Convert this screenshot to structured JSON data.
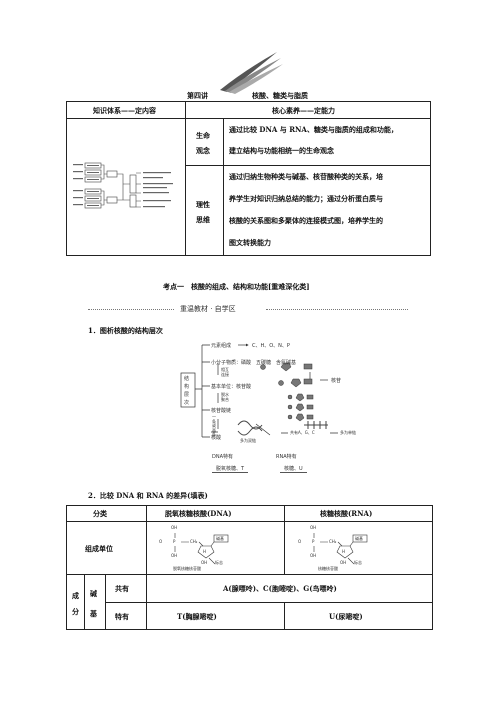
{
  "header": {
    "lecture_title": "第四讲",
    "lecture_subtitle": "核酸、糖类与脂质"
  },
  "overview_table": {
    "col1_header": "知识体系——定内容",
    "col2_header": "核心素养——定能力",
    "rows": [
      {
        "label_line1": "生命",
        "label_line2": "观念",
        "text_line1": "通过比较 DNA 与 RNA、糖类与脂质的组成和功能，",
        "text_line2": "建立结构与功能相统一的生命观念"
      },
      {
        "label_line1": "理性",
        "label_line2": "思维",
        "text_line1": "通过归纳生物种类与碱基、核苷酸种类的关系，培",
        "text_line2": "养学生对知识归纳总结的能力；通过分析蛋白质与",
        "text_line3": "核酸的关系图和多聚体的连接模式图，培养学生的",
        "text_line4": "图文转换能力"
      }
    ],
    "mindmap": {
      "left_items": [
        "糖类",
        "组成元素",
        "种类",
        "功能",
        "核酸",
        "脂质"
      ],
      "center_items": [
        "糖类",
        "核酸",
        "脂质"
      ],
      "right_items": [
        "元素组成",
        "C、H、O",
        "单糖、二糖、多糖",
        "主要能源物质",
        "核苷酸",
        "遗传信息",
        "储能物质"
      ]
    }
  },
  "kaodian": {
    "title": "考点一　核酸的组成、结构和功能[重难深化类]"
  },
  "banner": {
    "text": "重温教材 · 自学区"
  },
  "section1": {
    "title": "1．图析核酸的结构层次",
    "diagram": {
      "side_label": [
        "结",
        "构",
        "层",
        "次"
      ],
      "yuansu": "元素组成",
      "elements": "C、H、O、N、P",
      "xiaofenzi": "小分子物质：磷酸　五碳糖　含氮碱基",
      "xianghu": [
        "相互",
        "连接"
      ],
      "jiben": "基本单位：核苷酸",
      "hegan": "核苷",
      "tuoshui": [
        "脱水",
        "聚合"
      ],
      "hegansuanlian": "核苷酸链",
      "chain_labels": [
        "一",
        "条",
        "或",
        "两",
        "条"
      ],
      "hesuan": "核酸",
      "double": "多为双链",
      "gongyou": "共有A、G、C",
      "single": "多为单链",
      "dna_own": "DNA特有",
      "rna_own": "RNA特有",
      "dna_left": "脱氧核糖、T",
      "rna_right": "核糖、U"
    }
  },
  "section2": {
    "title": "2．比较 DNA 和 RNA 的差异(填表)",
    "table": {
      "head_category": "分类",
      "head_dna": "脱氧核糖核酸(DNA)",
      "head_rna": "核糖核酸(RNA)",
      "row_unit": "组成单位",
      "dna_caption": "脱氧核糖核苷酸",
      "rna_caption": "核糖核苷酸",
      "dna_base_label": "碱基",
      "rna_base_label": "碱基",
      "label_h": "H",
      "label_o": "O",
      "label_oh": "OH",
      "label_p": "P",
      "label_ch2": "CH₂",
      "label_biaozhi": "标志",
      "row_compose": [
        "成",
        "分"
      ],
      "row_base": [
        "碱",
        "基"
      ],
      "shared_label": "共有",
      "shared_value": "A(腺嘌呤)、C(胞嘧啶)、G(鸟嘌呤)",
      "unique_label": "特有",
      "dna_unique": "T(胸腺嘧啶)",
      "rna_unique": "U(尿嘧啶)"
    }
  }
}
